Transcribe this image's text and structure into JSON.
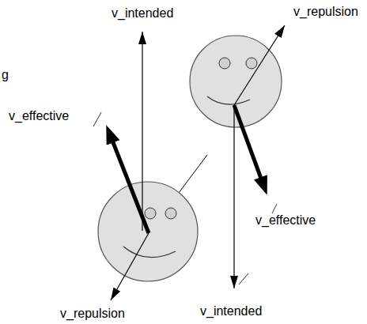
{
  "diagram": {
    "labels": [
      "v_repulsion",
      "v_intended",
      "g",
      "v_effective",
      "v_effective",
      "v_repulsion",
      "v_intended"
    ]
  }
}
